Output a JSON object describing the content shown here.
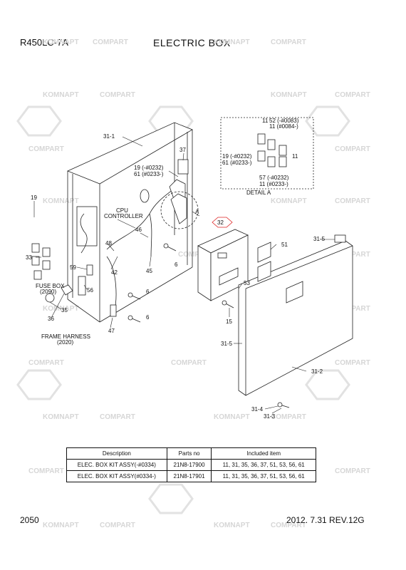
{
  "header": {
    "model": "R450LC-7A",
    "title": "ELECTRIC BOX"
  },
  "watermark": {
    "text_a": "KOMNAPT",
    "text_b": "COMPART",
    "color": "#d6d6d6"
  },
  "callouts": {
    "c31_1": "31-1",
    "c37": "37",
    "c19a": "19 (-#0232)",
    "c61a": "61 (#0233-)",
    "c19b": "19",
    "cpu_line1": "CPU",
    "cpu_line2": "CONTROLLER",
    "cA": "A",
    "c46": "46",
    "c48": "48",
    "c33": "33",
    "c42": "42",
    "c45": "45",
    "c59": "59",
    "c6a": "6",
    "c6b": "6",
    "c6c": "6",
    "fuse_line1": "FUSE BOX",
    "fuse_line2": "(2090)",
    "c56": "56",
    "c35": "35",
    "c36": "36",
    "c47": "47",
    "harness_line1": "FRAME HARNESS",
    "harness_line2": "(2020)",
    "c32": "32",
    "c51": "51",
    "c53": "53",
    "c15": "15",
    "c31_5a": "31-5",
    "c31_5b": "31-5",
    "c31_2": "31-2",
    "c31_4": "31-4",
    "c31_3": "31-3",
    "detail_11a": "11",
    "detail_52": "52 (-#0083)",
    "detail_11b": "11 (#0084-)",
    "detail_19": "19 (-#0232)",
    "detail_61": "61 (#0233-)",
    "detail_11c": "11",
    "detail_57": "57 (-#0232)",
    "detail_11d": "11 (#0233-)",
    "detail_label": "DETAIL A"
  },
  "parts_table": {
    "headers": [
      "Description",
      "Parts no",
      "Included item"
    ],
    "rows": [
      [
        "ELEC. BOX KIT ASSY(-#0334)",
        "21N8-17900",
        "11, 31, 35, 36, 37, 51, 53, 56, 61"
      ],
      [
        "ELEC. BOX KIT ASSY(#0334-)",
        "21N8-17901",
        "11, 31, 35, 36, 37, 51, 53, 56, 61"
      ]
    ]
  },
  "footer": {
    "page": "2050",
    "date_rev": "2012. 7.31  REV.12G"
  }
}
